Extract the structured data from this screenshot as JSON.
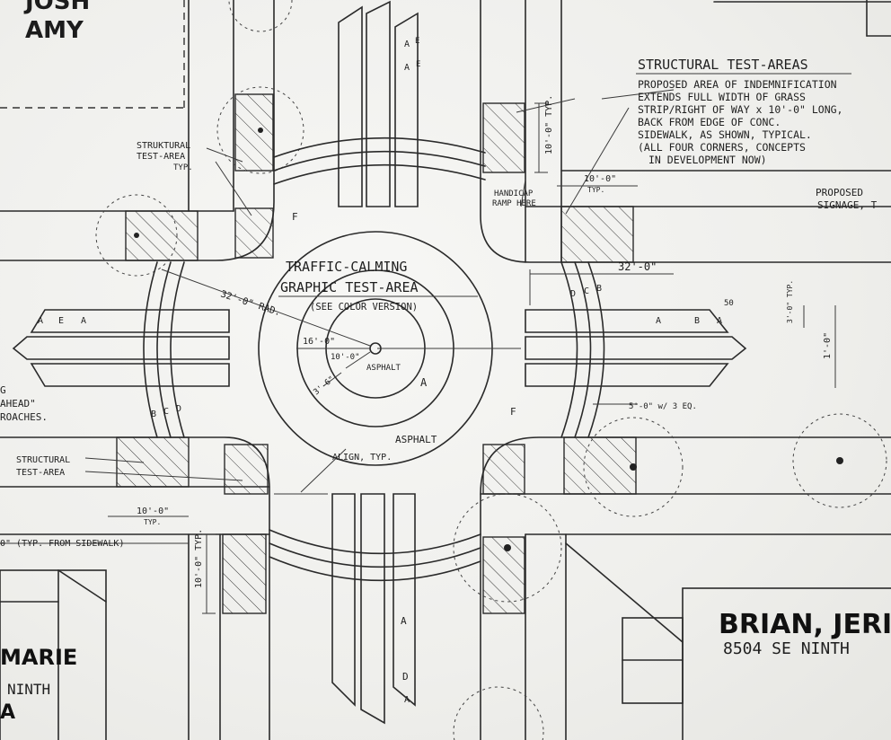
{
  "labels": {
    "top_left_name": "AMY",
    "top_left_partial": "JOSH",
    "structural_title": "STRUCTURAL TEST-AREAS",
    "structural_note": [
      "PROPOSED AREA OF INDEMNIFICATION",
      "EXTENDS FULL WIDTH OF GRASS",
      "STRIP/RIGHT OF WAY x 10'-0\" LONG,",
      "BACK FROM EDGE OF CONC.",
      "SIDEWALK, AS SHOWN, TYPICAL.",
      "(ALL FOUR CORNERS, CONCEPTS",
      "IN DEVELOPMENT NOW)"
    ],
    "proposed_signage": [
      "PROPOSED",
      "SIGNAGE, T"
    ],
    "handicap_ramp": [
      "HANDICAP",
      "RAMP HERE"
    ],
    "struct_area_nw": [
      "STRUKTURAL",
      "TEST-AREA",
      "TYP."
    ],
    "struct_area_sw": [
      "STRUCTURAL",
      "TEST-AREA"
    ],
    "traffic_title": [
      "TRAFFIC-CALMING",
      "GRAPHIC TEST-AREA"
    ],
    "see_color": "(SEE COLOR VERSION)",
    "rad": "32'-0\" RAD.",
    "dim_16": "16'-0\"",
    "dim_10": "10'-0\"",
    "dim_3": "3'-6\"",
    "asphalt_inner": "ASPHALT",
    "asphalt_outer": "ASPHALT",
    "align": "ALIGN, TYP.",
    "dim_32": "32'-0\"",
    "dim_10_typ_ne": [
      "10'-0\"",
      "TYP."
    ],
    "dim_10_typ_sw": [
      "10'-0\"",
      "TYP."
    ],
    "dim_10_vert_ne": "10'-0\" TYP.",
    "dim_10_vert_sw": "10'-0\" TYP.",
    "dim_5": "5'-0\" w/ 3 EQ.",
    "dim_3_right": "3'-0\" TYP.",
    "dim_1": "1'-0\"",
    "dim_50": "50",
    "sidewalk_note": "0\" (TYP. FROM SIDEWALK)",
    "left_partial": [
      "G",
      "AHEAD\"",
      "ROACHES."
    ],
    "owner_right": "BRIAN, JERI",
    "address_right": "8504 SE NINTH",
    "owner_left": "MARIE",
    "address_left": "NINTH",
    "bottom_left_partial": "A",
    "letters": {
      "a": "A",
      "b": "B",
      "c": "C",
      "d": "D",
      "e": "E",
      "f": "F"
    }
  }
}
